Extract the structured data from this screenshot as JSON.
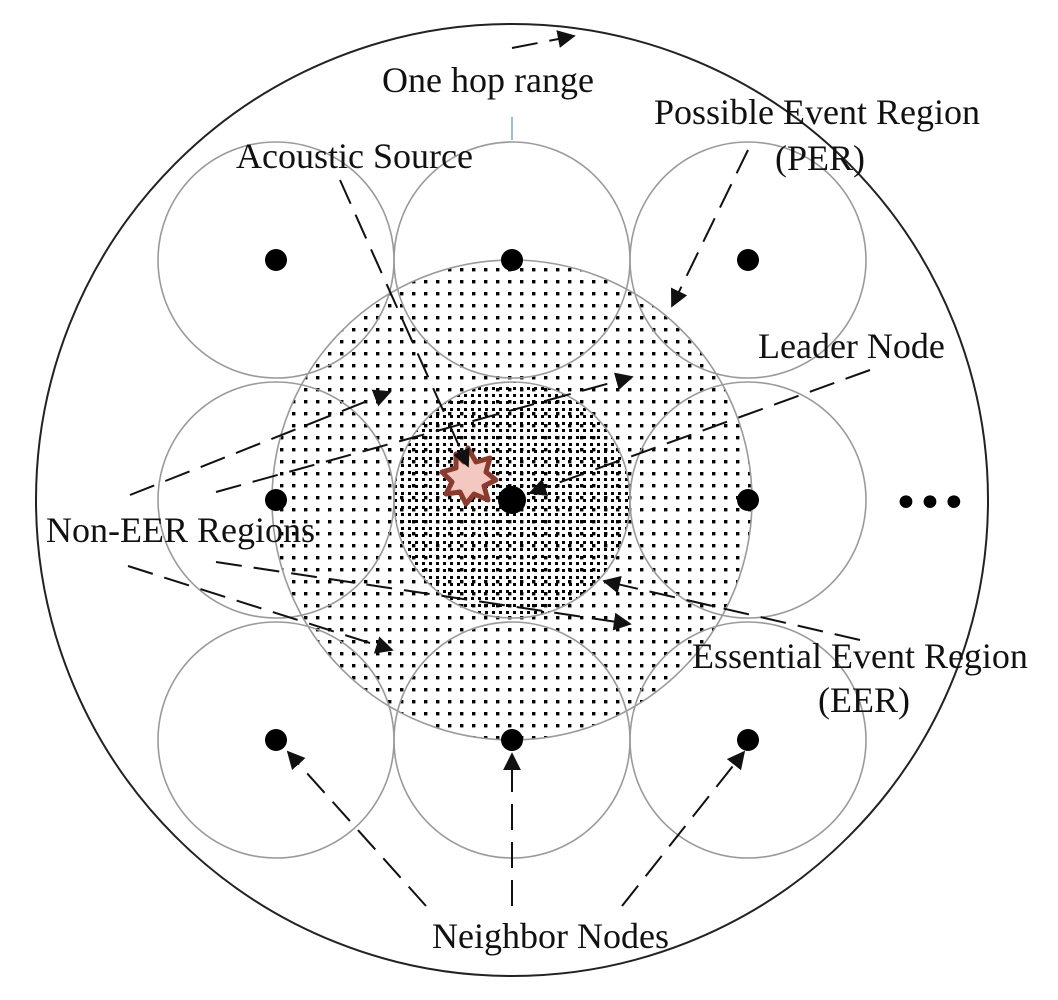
{
  "labels": {
    "one_hop": "One hop range",
    "per_line1": "Possible Event Region",
    "per_line2": "(PER)",
    "acoustic": "Acoustic Source",
    "leader": "Leader Node",
    "non_eer": "Non-EER Regions",
    "eer_line1": "Essential Event Region",
    "eer_line2": "(EER)",
    "neighbor": "Neighbor Nodes",
    "ellipsis": "•••"
  },
  "colors": {
    "line": "#111111",
    "ring": "#9a9a9a",
    "source_fill": "#f2c8c0",
    "source_stroke": "#8b3a2e"
  },
  "icons": {
    "source": "starburst-icon",
    "node": "filled-circle"
  }
}
